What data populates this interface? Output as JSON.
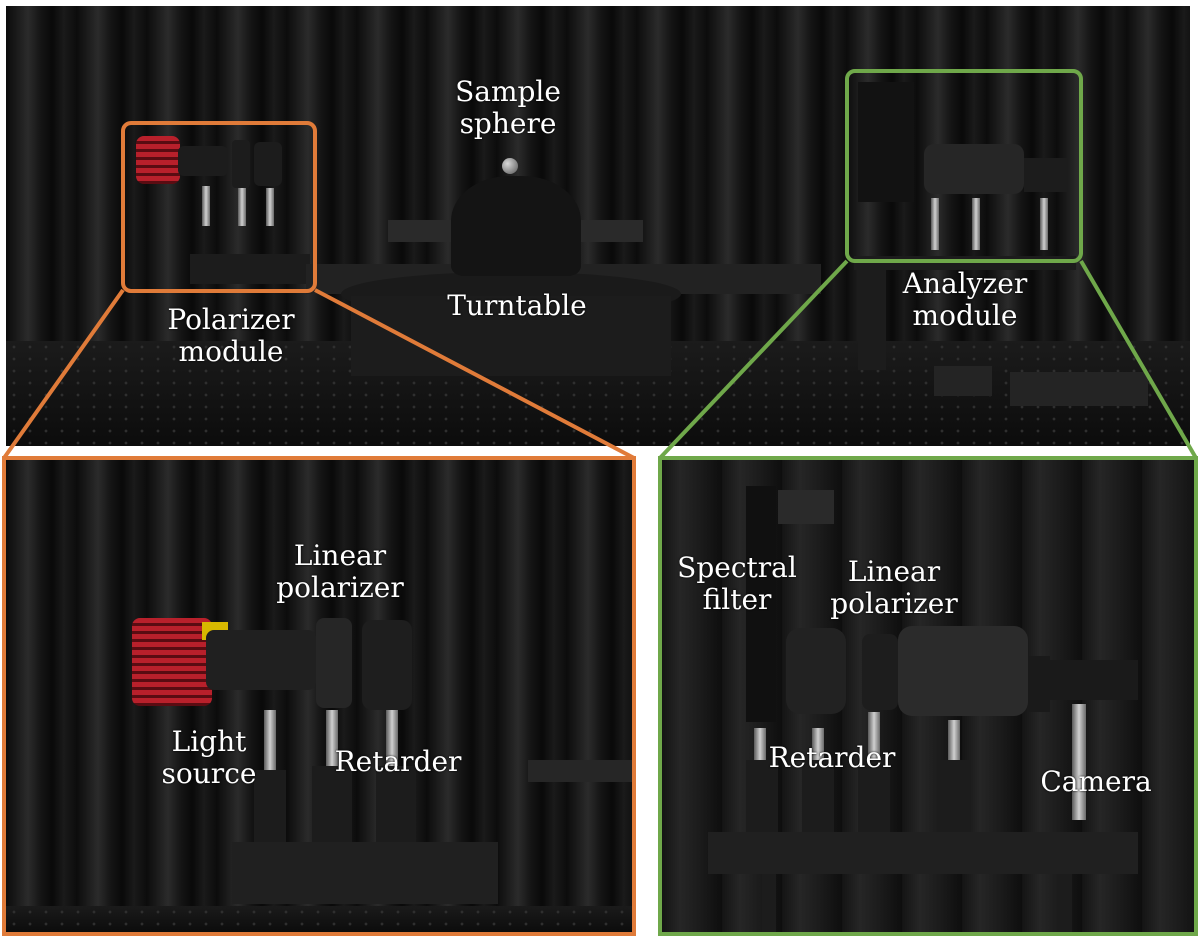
{
  "top_panel": {
    "labels": {
      "sample_sphere": "Sample\nsphere",
      "turntable": "Turntable",
      "polarizer_module": "Polarizer\nmodule",
      "analyzer_module": "Analyzer\nmodule"
    }
  },
  "left_panel": {
    "labels": {
      "linear_polarizer": "Linear\npolarizer",
      "light_source": "Light\nsource",
      "retarder": "Retarder"
    }
  },
  "right_panel": {
    "labels": {
      "spectral_filter": "Spectral\nfilter",
      "linear_polarizer": "Linear\npolarizer",
      "retarder": "Retarder",
      "camera": "Camera"
    }
  },
  "colors": {
    "polarizer_frame": "#E07B39",
    "analyzer_frame": "#6FA84A"
  }
}
